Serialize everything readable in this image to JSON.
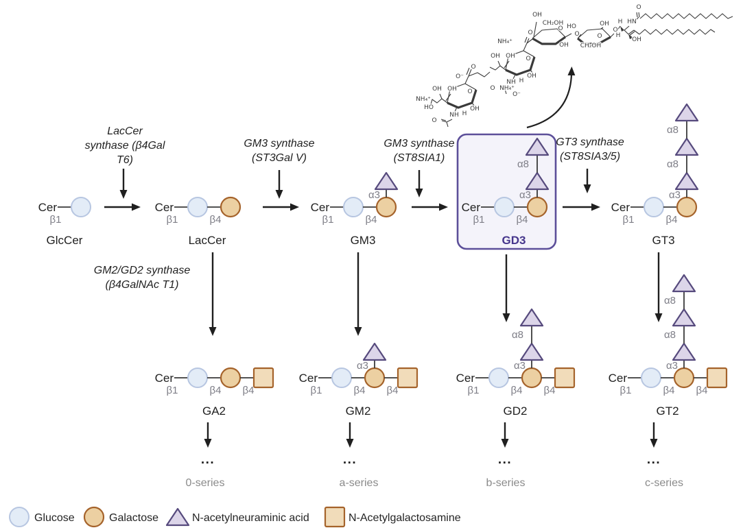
{
  "colors": {
    "glucose_fill": "#e3ecf7",
    "glucose_stroke": "#b7c6e1",
    "galactose_fill": "#ecd0a2",
    "galactose_stroke": "#a5632b",
    "neuac_fill": "#dcd5e9",
    "neuac_stroke": "#564a7d",
    "galnac_fill": "#f1dcba",
    "galnac_stroke": "#a5632b",
    "box_stroke": "#5c4f99",
    "box_fill": "#f4f3fa",
    "gd3_text": "#46368c",
    "linkage_text": "#7e7e87",
    "series_text": "#8a8a8a",
    "text": "#1f1f1f",
    "arrow": "#1f1f1f",
    "chem": "#3a3a3a"
  },
  "pathway": {
    "cer_label": "Cer",
    "ellipsis": "...",
    "molecules": [
      {
        "name": "GlcCer",
        "units": [
          "Glc"
        ],
        "linkages": [
          "β1"
        ],
        "sialyl": [],
        "boxed": false
      },
      {
        "name": "LacCer",
        "units": [
          "Glc",
          "Gal"
        ],
        "linkages": [
          "β1",
          "β4"
        ],
        "sialyl": [],
        "boxed": false
      },
      {
        "name": "GM3",
        "units": [
          "Glc",
          "Gal"
        ],
        "linkages": [
          "β1",
          "β4"
        ],
        "sialyl": [
          "α3"
        ],
        "boxed": false
      },
      {
        "name": "GD3",
        "units": [
          "Glc",
          "Gal"
        ],
        "linkages": [
          "β1",
          "β4"
        ],
        "sialyl": [
          "α3",
          "α8"
        ],
        "boxed": true
      },
      {
        "name": "GT3",
        "units": [
          "Glc",
          "Gal"
        ],
        "linkages": [
          "β1",
          "β4"
        ],
        "sialyl": [
          "α3",
          "α8",
          "α8"
        ],
        "boxed": false
      },
      {
        "name": "GA2",
        "units": [
          "Glc",
          "Gal",
          "GalNAc"
        ],
        "linkages": [
          "β1",
          "β4",
          "β4"
        ],
        "sialyl": [],
        "boxed": false
      },
      {
        "name": "GM2",
        "units": [
          "Glc",
          "Gal",
          "GalNAc"
        ],
        "linkages": [
          "β1",
          "β4",
          "β4"
        ],
        "sialyl": [
          "α3"
        ],
        "boxed": false
      },
      {
        "name": "GD2",
        "units": [
          "Glc",
          "Gal",
          "GalNAc"
        ],
        "linkages": [
          "β1",
          "β4",
          "β4"
        ],
        "sialyl": [
          "α3",
          "α8"
        ],
        "boxed": false
      },
      {
        "name": "GT2",
        "units": [
          "Glc",
          "Gal",
          "GalNAc"
        ],
        "linkages": [
          "β1",
          "β4",
          "β4"
        ],
        "sialyl": [
          "α3",
          "α8",
          "α8"
        ],
        "boxed": false
      }
    ],
    "enzymes": [
      {
        "lines": [
          "LacCer",
          "synthase (β4Gal",
          "T6)"
        ]
      },
      {
        "lines": [
          "GM3 synthase",
          "(ST3Gal V)"
        ]
      },
      {
        "lines": [
          "GM3 synthase",
          "(ST8SIA1)"
        ]
      },
      {
        "lines": [
          "GT3 synthase",
          "(ST8SIA3/5)"
        ]
      },
      {
        "lines": [
          "GM2/GD2 synthase",
          "(β4GalNAc T1)"
        ]
      }
    ],
    "series_labels": [
      "0-series",
      "a-series",
      "b-series",
      "c-series"
    ]
  },
  "legend": {
    "items": [
      {
        "shape": "glucose-circle",
        "label": "Glucose"
      },
      {
        "shape": "galactose-circle",
        "label": "Galactose"
      },
      {
        "shape": "neuac-triangle",
        "label": "N-acetylneuraminic acid"
      },
      {
        "shape": "galnac-square",
        "label": "N-Acetylgalactosamine"
      }
    ]
  },
  "chem_structure": {
    "labels": [
      "OH",
      "OH",
      "NH₄⁺",
      "HO",
      "O",
      "O⁻",
      "O",
      "NH",
      "H",
      "OH",
      "O",
      "OH",
      "OH",
      "NH₄⁺",
      "O",
      "NH₄⁺",
      "O⁻",
      "O",
      "NH",
      "H",
      "OH",
      "O",
      "OH",
      "CH₂OH",
      "O",
      "OH",
      "HO",
      "O",
      "OH",
      "O",
      "CH₂OH",
      "O",
      "H",
      "HN",
      "O",
      "H",
      "OH"
    ]
  }
}
